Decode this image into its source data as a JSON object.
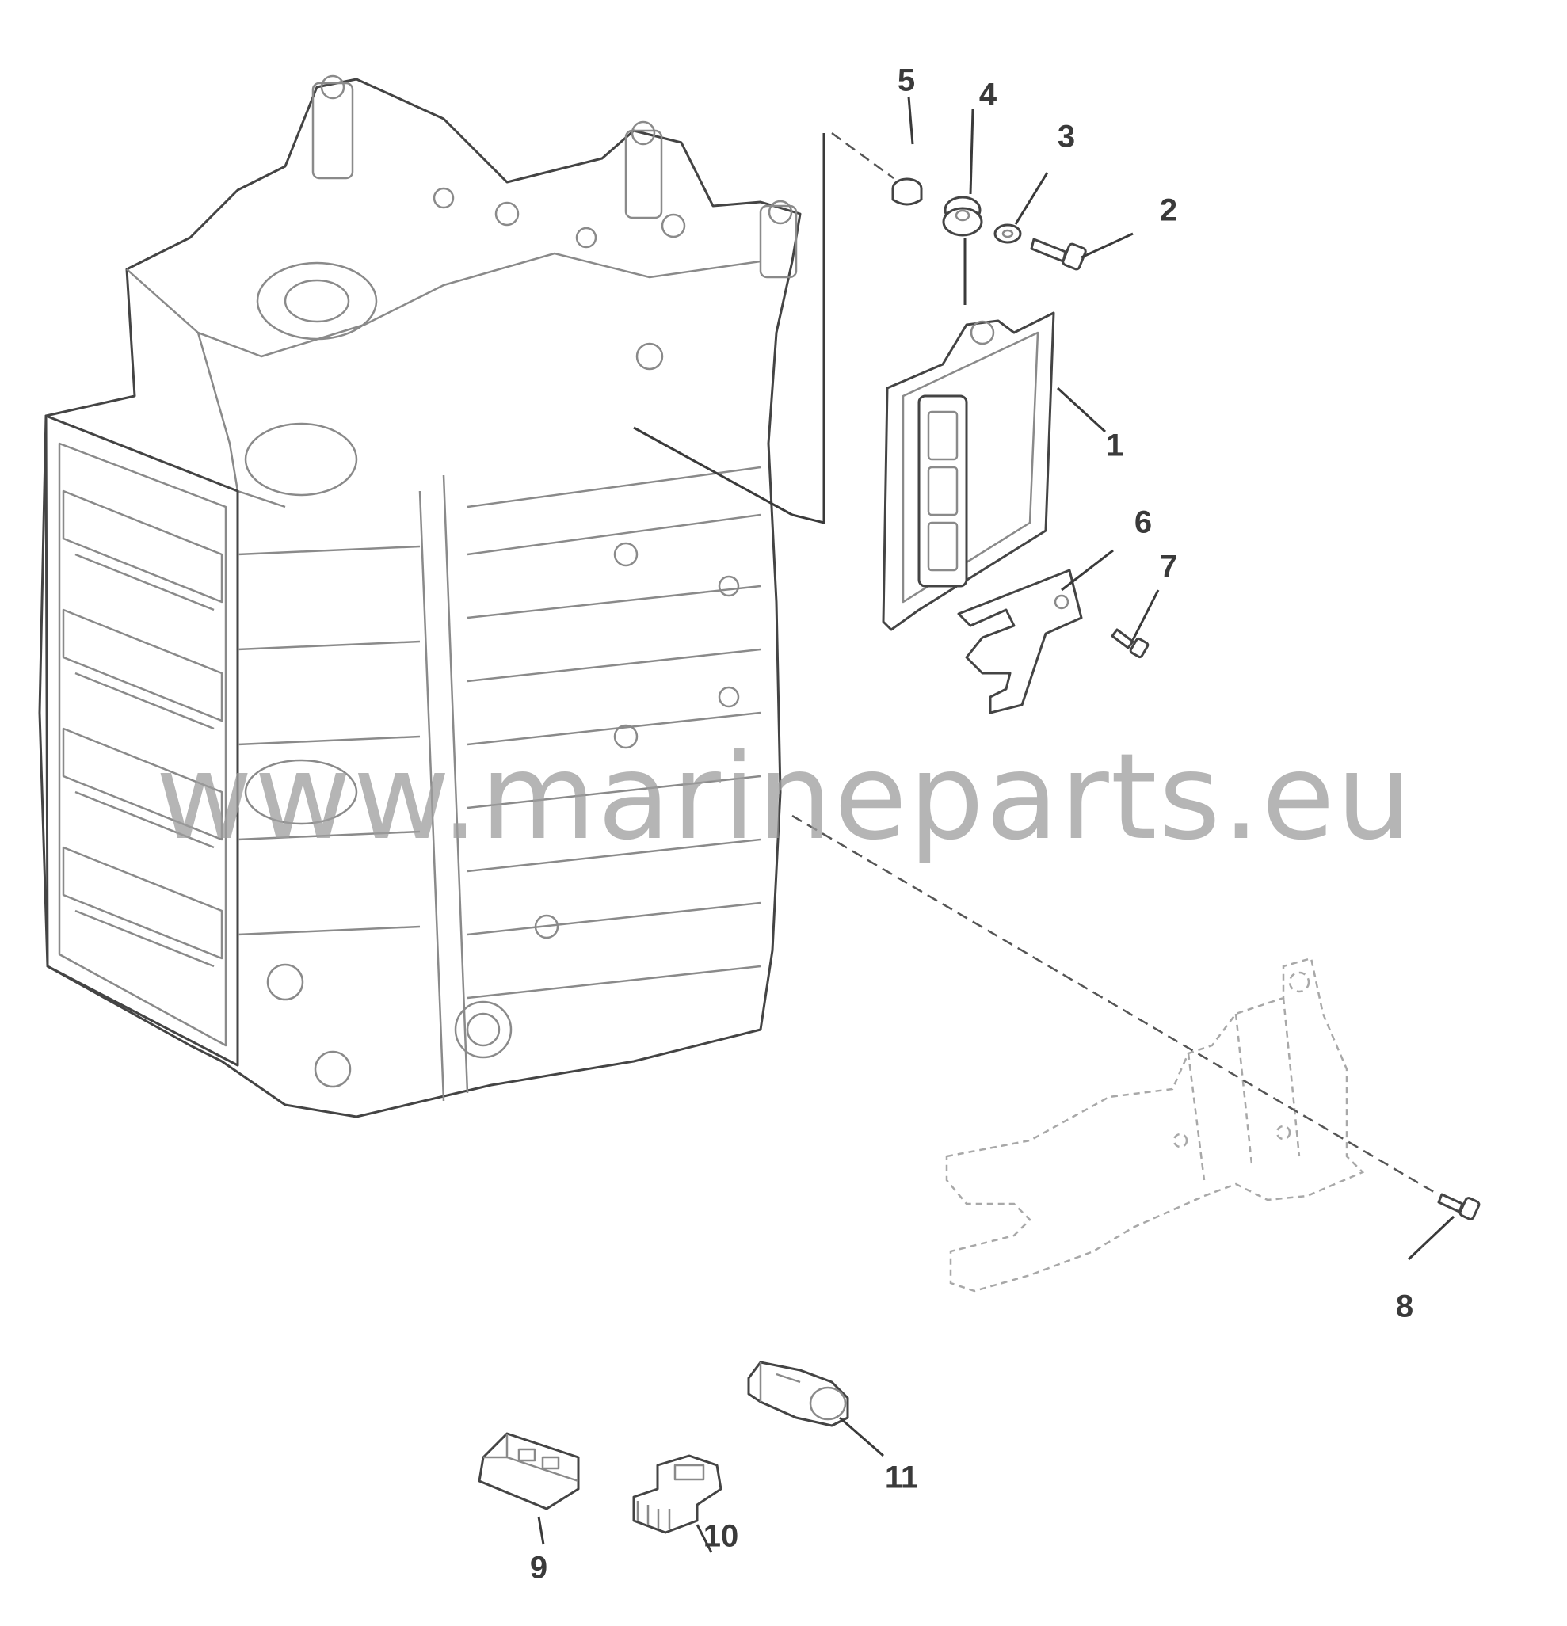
{
  "diagram": {
    "callouts": [
      {
        "id": "1",
        "label": "1"
      },
      {
        "id": "2",
        "label": "2"
      },
      {
        "id": "3",
        "label": "3"
      },
      {
        "id": "4",
        "label": "4"
      },
      {
        "id": "5",
        "label": "5"
      },
      {
        "id": "6",
        "label": "6"
      },
      {
        "id": "7",
        "label": "7"
      },
      {
        "id": "8",
        "label": "8"
      },
      {
        "id": "9",
        "label": "9"
      },
      {
        "id": "10",
        "label": "10"
      },
      {
        "id": "11",
        "label": "11"
      }
    ],
    "watermark": "www.marineparts.eu"
  }
}
